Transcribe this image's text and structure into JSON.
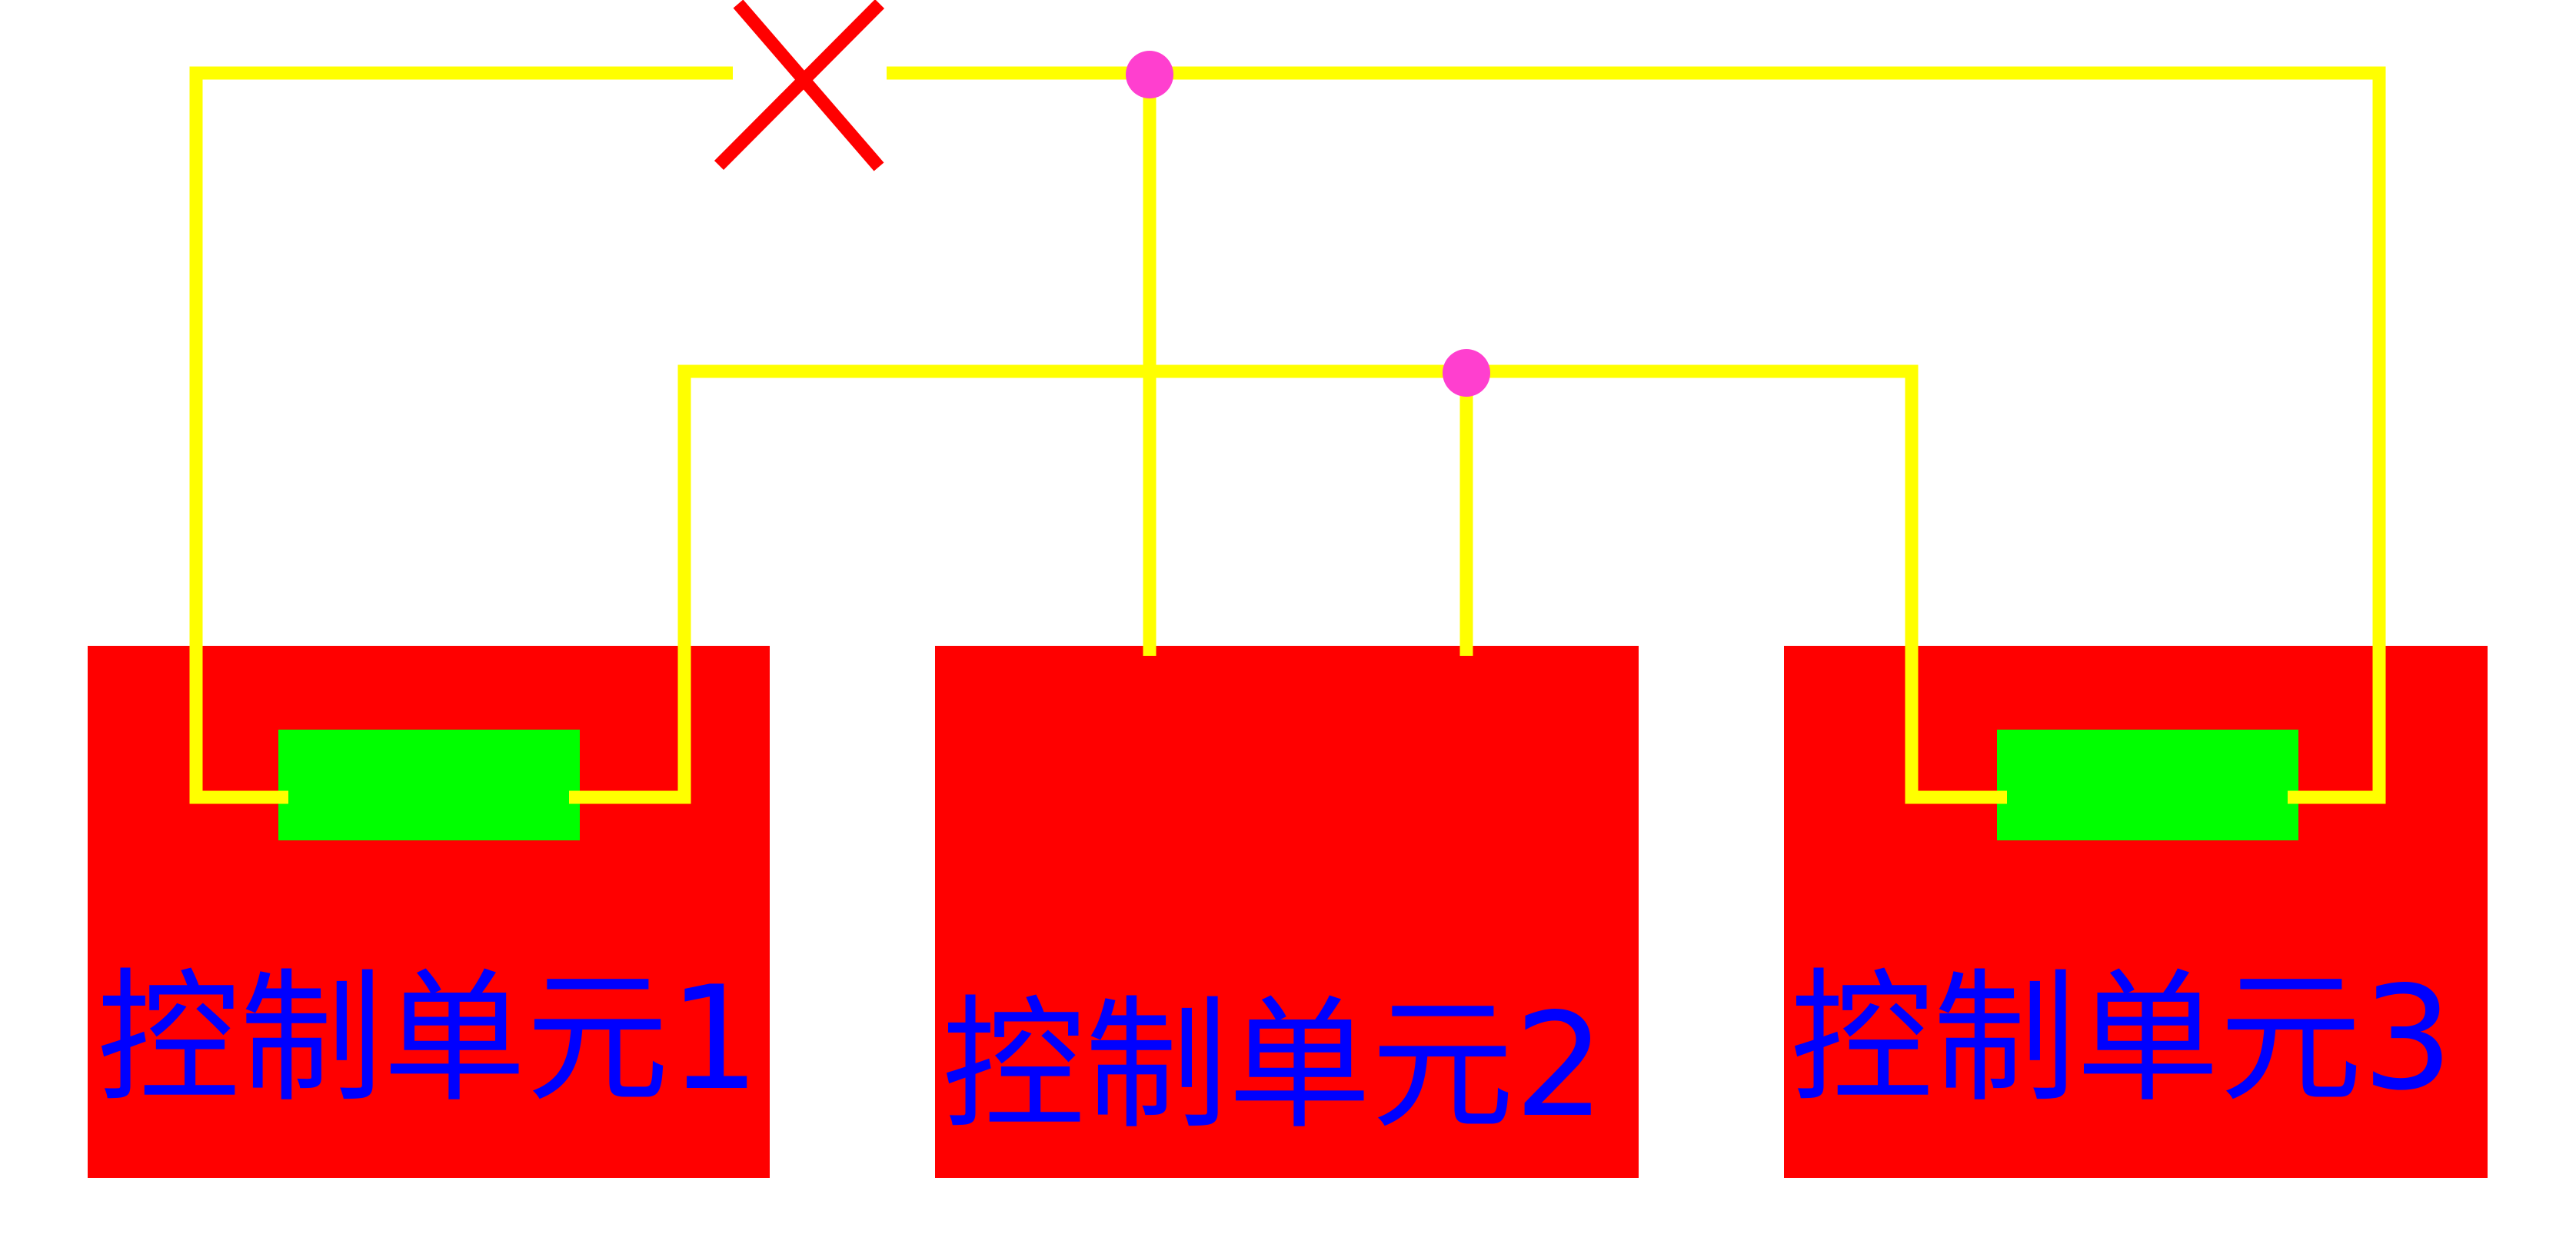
{
  "colors": {
    "background": "#ffffff",
    "unit_fill": "#ff0000",
    "module_fill": "#00ff00",
    "wire": "#ffff00",
    "junction": "#ff3fcf",
    "break_mark": "#ff0000",
    "label_text": "#0000ff"
  },
  "units": [
    {
      "label": "控制单元1",
      "has_module": true
    },
    {
      "label": "控制单元2",
      "has_module": false
    },
    {
      "label": "控制单元3",
      "has_module": true
    }
  ],
  "break_marker": {
    "icon": "x-break-icon"
  }
}
